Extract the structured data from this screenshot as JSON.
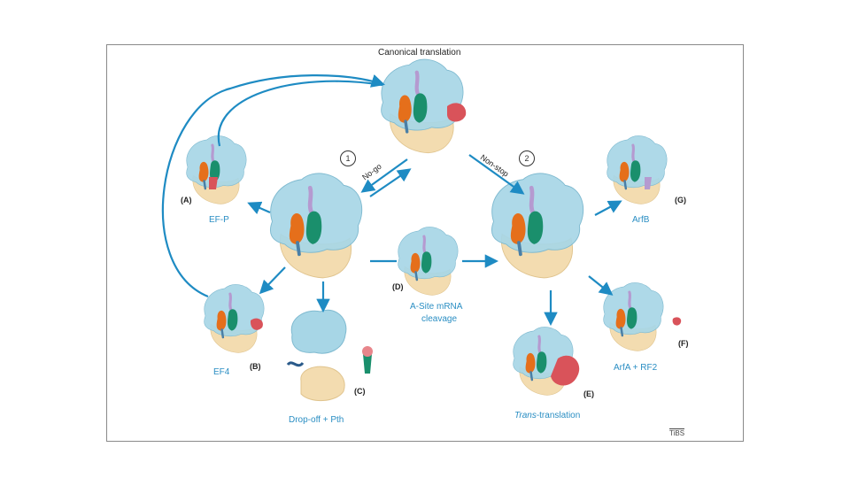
{
  "title": "Canonical translation",
  "pathways": [
    {
      "number": "1",
      "label": "No-go"
    },
    {
      "number": "2",
      "label": "Non-stop"
    }
  ],
  "panels": {
    "A": {
      "tag": "(A)",
      "label": "EF-P"
    },
    "B": {
      "tag": "(B)",
      "label": "EF4"
    },
    "C": {
      "tag": "(C)",
      "label": "Drop-off + Pth"
    },
    "D": {
      "tag": "(D)",
      "label_line1": "A-Site mRNA",
      "label_line2": "cleavage"
    },
    "E": {
      "tag": "(E)",
      "label_italic": "Trans",
      "label_rest": "-translation"
    },
    "F": {
      "tag": "(F)",
      "label": "ArfA + RF2"
    },
    "G": {
      "tag": "(G)",
      "label": "ArfB"
    }
  },
  "journal": "TiBS",
  "colors": {
    "arrow": "#1e8bc3",
    "small_subunit": "#a7d6e6",
    "large_subunit": "#f3dcb0",
    "trna": "#e56f1b",
    "factor": "#1a8f6c",
    "mrna": "#b59ad0",
    "release": "#d9535a"
  }
}
